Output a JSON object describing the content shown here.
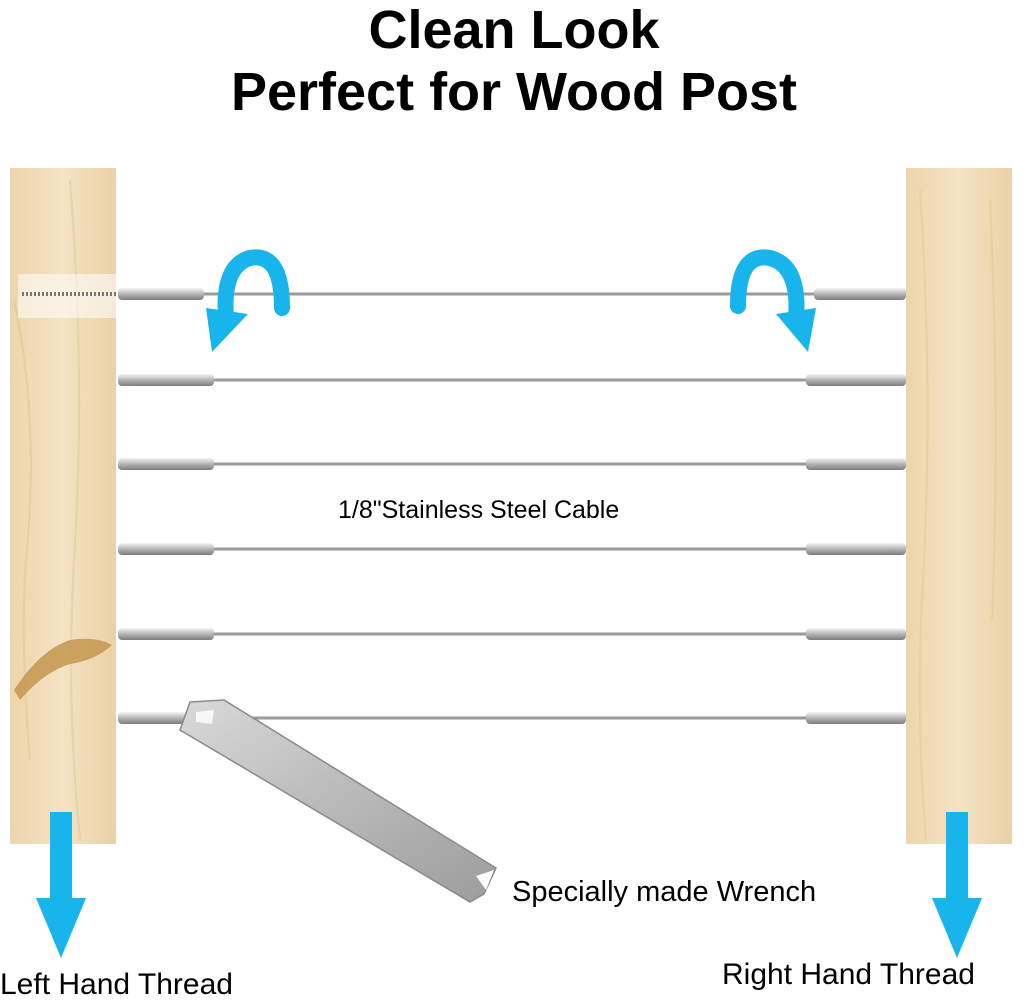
{
  "header": {
    "title_line_1": "Clean Look",
    "title_line_2": "Perfect for Wood Post"
  },
  "labels": {
    "cable": "1/8\"Stainless Steel Cable",
    "wrench": "Specially made Wrench",
    "left_thread": "Left Hand Thread",
    "right_thread": "Right Hand Thread"
  },
  "colors": {
    "arrow_blue": "#18b4ec",
    "wood": "#f0dcb8",
    "cable": "#9a9a9a",
    "background": "#ffffff"
  },
  "icons": {
    "left_curved_arrow": "curved-arrow-counterclockwise-icon",
    "right_curved_arrow": "curved-arrow-clockwise-icon",
    "down_arrow": "arrow-down-icon"
  }
}
